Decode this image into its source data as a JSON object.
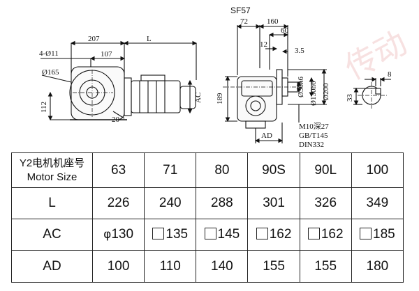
{
  "title": "SF57",
  "front_view_dims": {
    "d207": "207",
    "dL": "L",
    "d107": "107",
    "holes": "4-Ø11",
    "d165": "Ø165",
    "d112": "112",
    "d20": "20",
    "dAC": "AC"
  },
  "side_view_dims": {
    "d72": "72",
    "d160": "160",
    "d60": "60",
    "d12": "12",
    "d35": "3.5",
    "d189": "189",
    "d30": "Ø30h6",
    "d130": "Ø130h6",
    "d200": "Ø200",
    "dAD": "AD",
    "thread": "M10深27",
    "std1": "GB/T145",
    "std2": "DIN332"
  },
  "shaft_section": {
    "d8": "8",
    "d33": "33"
  },
  "table": {
    "header_cn": "Y2电机机座号",
    "header_en": "Motor Size",
    "sizes": [
      "63",
      "71",
      "80",
      "90S",
      "90L",
      "100"
    ],
    "rows": [
      {
        "label": "L",
        "values": [
          "226",
          "240",
          "288",
          "301",
          "326",
          "349"
        ]
      },
      {
        "label": "AC",
        "prefixes": [
          "φ",
          "□",
          "□",
          "□",
          "□",
          "□"
        ],
        "values": [
          "130",
          "135",
          "145",
          "162",
          "162",
          "185"
        ]
      },
      {
        "label": "AD",
        "values": [
          "100",
          "110",
          "140",
          "155",
          "155",
          "180"
        ]
      }
    ]
  },
  "watermark": "传动"
}
